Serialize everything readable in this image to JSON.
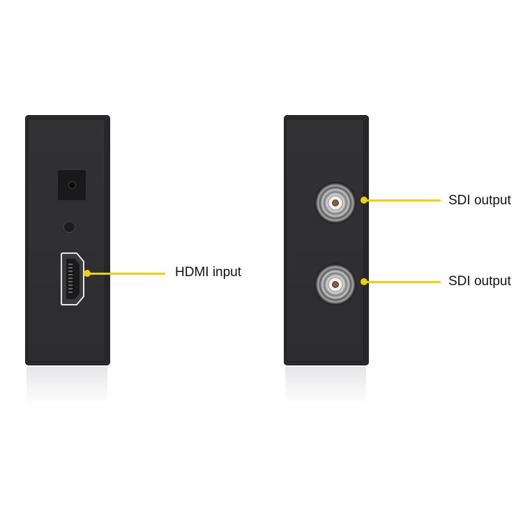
{
  "left_device": {
    "side": "input side",
    "ports": [
      "dc-power-jack",
      "status-led",
      "hdmi-port"
    ],
    "callout": {
      "label": "HDMI input",
      "color": "#f2cf0d"
    }
  },
  "right_device": {
    "side": "output side",
    "ports": [
      "bnc-connector",
      "bnc-connector"
    ],
    "callouts": [
      {
        "label": "SDI output",
        "color": "#f2cf0d"
      },
      {
        "label": "SDI output",
        "color": "#f2cf0d"
      }
    ]
  },
  "colors": {
    "device_body": "#2b2b2d",
    "accent": "#f2cf0d",
    "background": "#ffffff"
  }
}
